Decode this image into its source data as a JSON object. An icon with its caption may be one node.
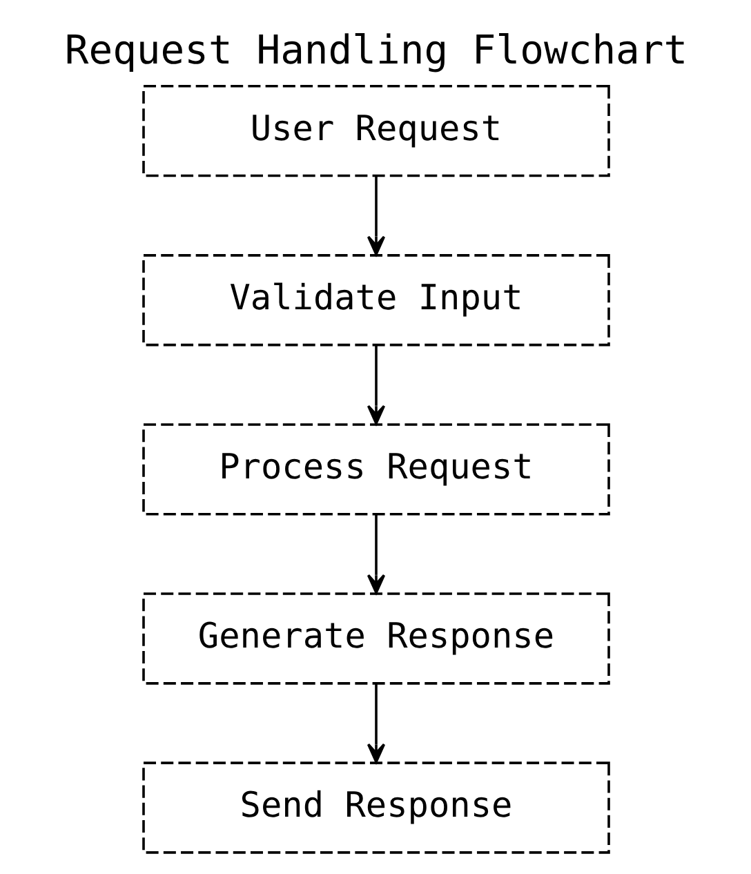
{
  "diagram": {
    "title": "Request Handling Flowchart",
    "nodes": [
      {
        "text": [
          "User Request"
        ]
      },
      {
        "text": [
          "Validate Input"
        ]
      },
      {
        "text": [
          "Process Request"
        ]
      },
      {
        "text": [
          "Generate Response"
        ]
      },
      {
        "text": [
          "Send Response"
        ]
      }
    ],
    "edges": [
      {
        "from": 0,
        "to": 1,
        "arrow": "to"
      },
      {
        "from": 1,
        "to": 2,
        "arrow": "to"
      },
      {
        "from": 2,
        "to": 3,
        "arrow": "to"
      },
      {
        "from": 3,
        "to": 4,
        "arrow": "to"
      }
    ]
  }
}
